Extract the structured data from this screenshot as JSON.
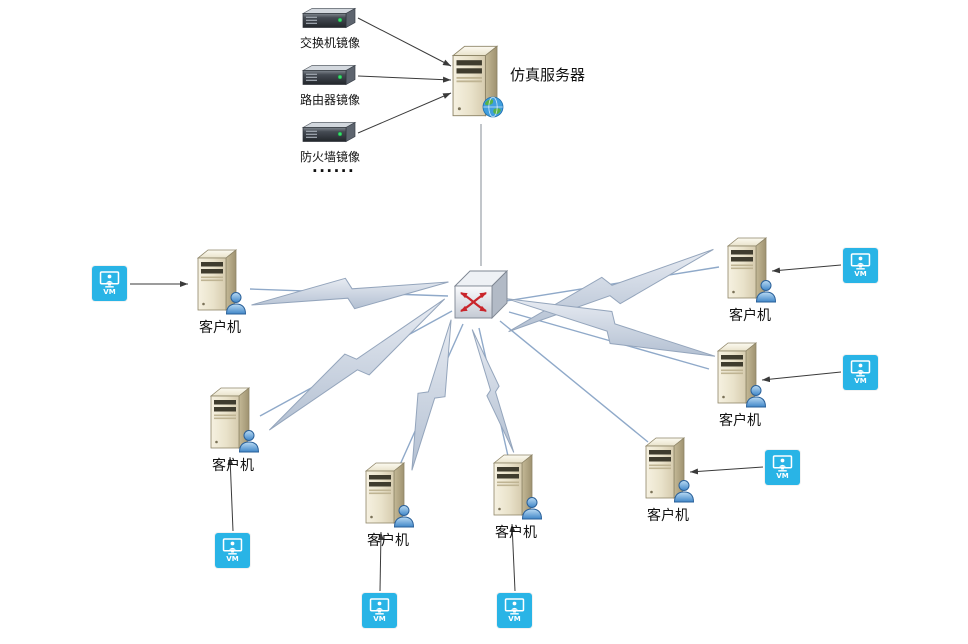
{
  "diagram": {
    "mirrors": [
      {
        "label": "交换机镜像"
      },
      {
        "label": "路由器镜像"
      },
      {
        "label": "防火墙镜像"
      }
    ],
    "ellipsis": "......",
    "server": {
      "label": "仿真服务器"
    },
    "clients": [
      {
        "label": "客户机"
      },
      {
        "label": "客户机"
      },
      {
        "label": "客户机"
      },
      {
        "label": "客户机"
      },
      {
        "label": "客户机"
      },
      {
        "label": "客户机"
      },
      {
        "label": "客户机"
      }
    ],
    "vms": [
      {
        "label": "VM"
      },
      {
        "label": "VM"
      },
      {
        "label": "VM"
      },
      {
        "label": "VM"
      },
      {
        "label": "VM"
      },
      {
        "label": "VM"
      },
      {
        "label": "VM"
      }
    ],
    "colors": {
      "vm_background": "#29b4e6",
      "bolt_fill_top": "#e7ebf2",
      "bolt_fill_bottom": "#b3c0d2",
      "bolt_stroke": "#94a5bc",
      "link_line": "#8fa9c9",
      "server_link_line": "#9aa0a8",
      "arrow": "#3a3a3a",
      "switch_arrow_red": "#c9252b",
      "led_green": "#35e06a"
    }
  }
}
